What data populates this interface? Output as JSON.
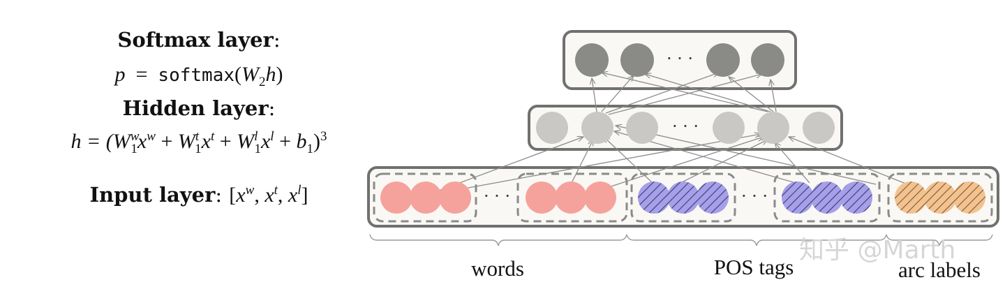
{
  "equations": {
    "softmax_heading": "Softmax layer",
    "softmax_formula": {
      "lhs": "p",
      "eq": "=",
      "fn": "softmax",
      "arg_open": "(",
      "W": "W",
      "W_sub": "2",
      "h": "h",
      "arg_close": ")"
    },
    "hidden_heading": "Hidden layer",
    "hidden_formula": {
      "lhs": "h = (",
      "t1_W": "W",
      "t1_sup": "w",
      "t1_sub": "1",
      "t1_x": "x",
      "t1_xsup": "w",
      "plus1": " + ",
      "t2_W": "W",
      "t2_sup": "t",
      "t2_sub": "1",
      "t2_x": "x",
      "t2_xsup": "t",
      "plus2": " + ",
      "t3_W": "W",
      "t3_sup": "l",
      "t3_sub": "1",
      "t3_x": "x",
      "t3_xsup": "l",
      "plus3": " + ",
      "b": "b",
      "b_sub": "1",
      "close": ")",
      "power": "3"
    },
    "input_heading": "Input layer",
    "input_formula": {
      "open": "[",
      "a": "x",
      "a_sup": "w",
      "b": "x",
      "b_sup": "t",
      "c": "x",
      "c_sup": "l",
      "sep": ", ",
      "close": "]"
    },
    "colon": ":"
  },
  "diagram": {
    "ellipsis": "· · ·",
    "group_labels": [
      "words",
      "POS tags",
      "arc labels"
    ],
    "watermark": "知乎 @Marth",
    "colors": {
      "softmax_node": "#8a8a86",
      "hidden_node": "#cac8c4",
      "word_node": "#f6a29c",
      "pos_node": "#9f98e6",
      "arc_node": "#f2c08a",
      "layer_border": "#707070",
      "layer_fill": "#faf8f4",
      "group_border": "#8a8a8a",
      "edge": "#8c8c8c"
    }
  }
}
